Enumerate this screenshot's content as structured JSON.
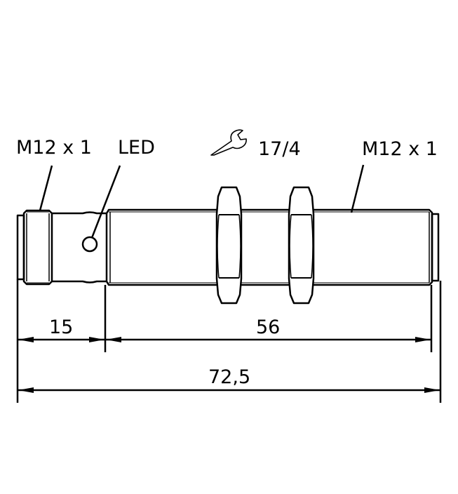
{
  "diagram": {
    "type": "dimension_drawing",
    "subject": "cylindrical threaded inductive sensor with M12 connector",
    "labels": {
      "connector_thread": "M12 x 1",
      "led": "LED",
      "wrench": "17/4",
      "body_thread": "M12 x 1"
    },
    "icons": {
      "wrench": "wrench-icon"
    },
    "dimensions": {
      "connector_length": "15",
      "thread_length": "56",
      "total_length": "72,5"
    },
    "colors": {
      "line": "#000000",
      "background": "#ffffff"
    }
  }
}
